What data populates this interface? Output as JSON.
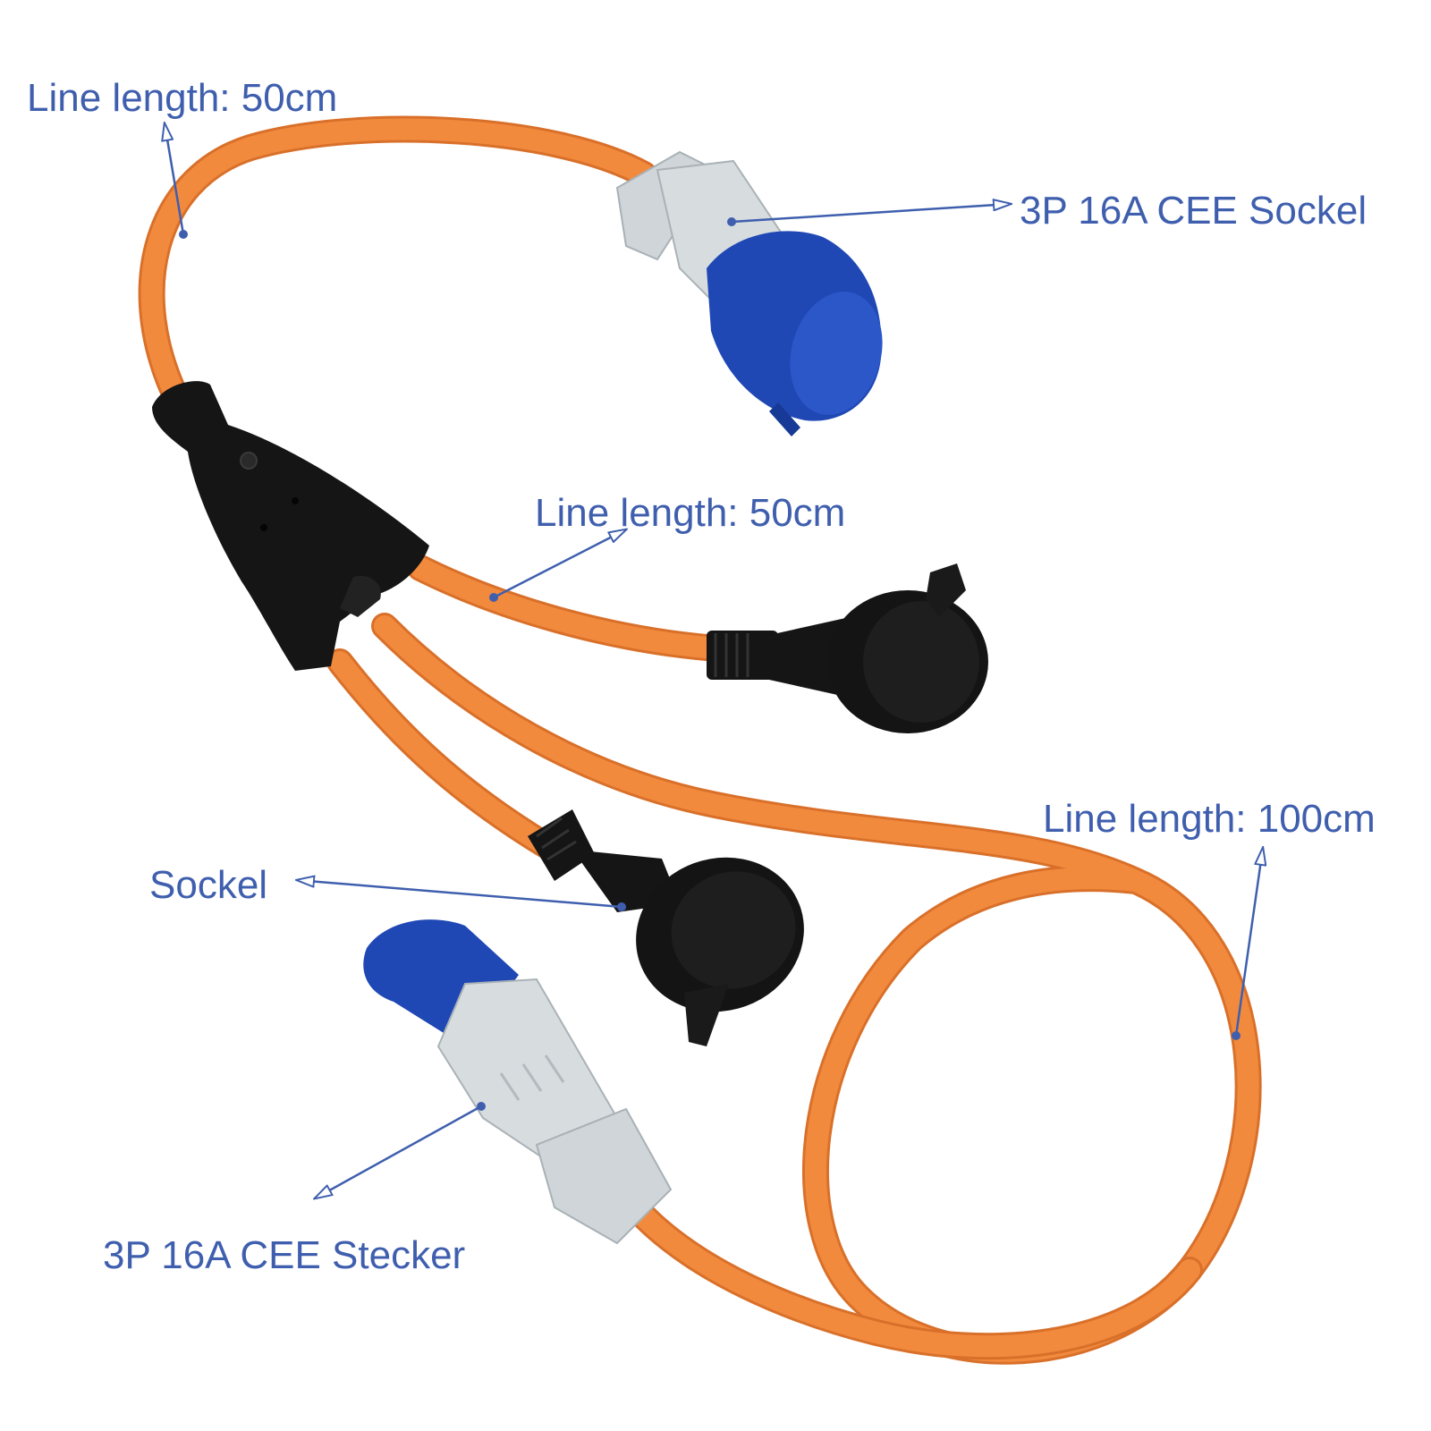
{
  "colors": {
    "label": "#3f5fae",
    "cable": "#f28a3e",
    "cable_shadow": "#d9702a",
    "plug_black": "#141414",
    "cee_blue": "#1f48b5",
    "cee_grey": "#d7dcdf"
  },
  "labels": {
    "top_cable": "Line length: 50cm",
    "cee_sockel": "3P 16A CEE Sockel",
    "mid_cable": "Line length: 50cm",
    "long_cable": "Line length: 100cm",
    "sockel": "Sockel",
    "cee_stecker": "3P 16A CEE Stecker"
  }
}
